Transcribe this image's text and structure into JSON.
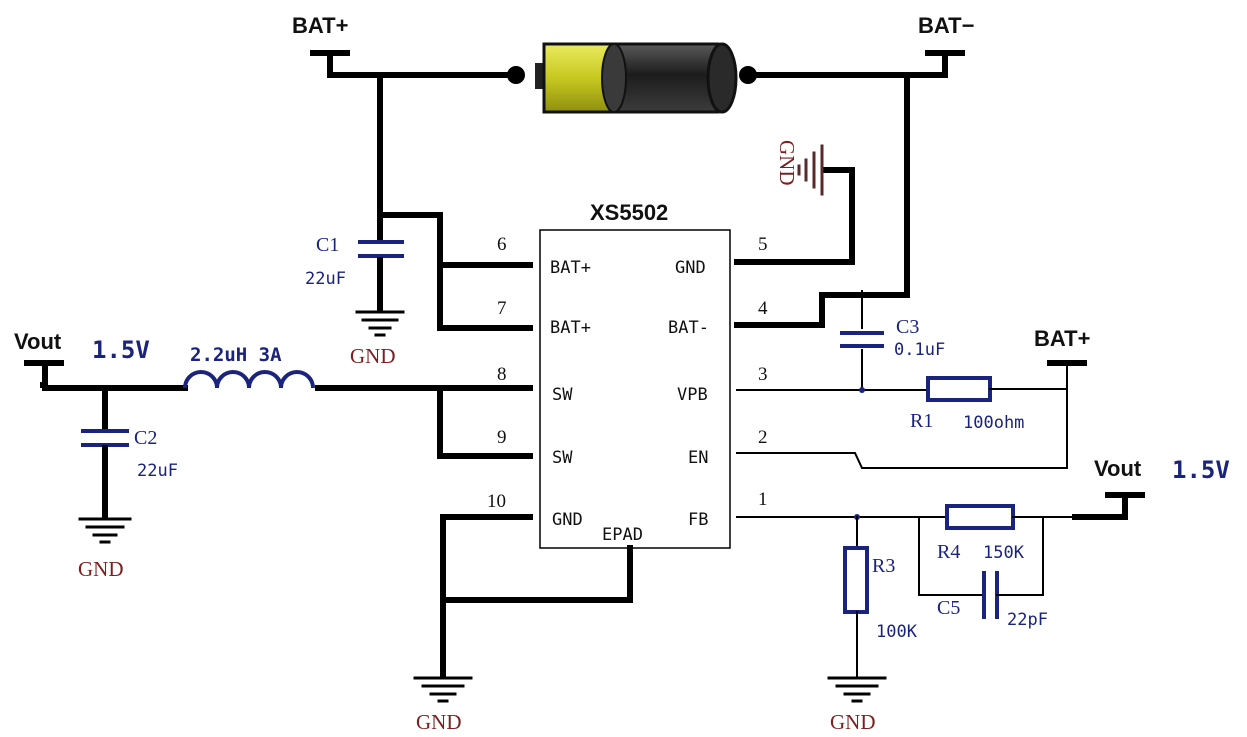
{
  "chip": {
    "name": "XS5502",
    "left_pins": [
      {
        "num": "6",
        "label": "BAT+"
      },
      {
        "num": "7",
        "label": "BAT+"
      },
      {
        "num": "8",
        "label": "SW"
      },
      {
        "num": "9",
        "label": "SW"
      },
      {
        "num": "10",
        "label": "GND"
      }
    ],
    "right_pins": [
      {
        "num": "5",
        "label": "GND"
      },
      {
        "num": "4",
        "label": "BAT-"
      },
      {
        "num": "3",
        "label": "VPB"
      },
      {
        "num": "2",
        "label": "EN"
      },
      {
        "num": "1",
        "label": "FB"
      }
    ],
    "epad": "EPAD"
  },
  "nets": {
    "bat_plus_top": "BAT+",
    "bat_minus_top": "BAT−",
    "bat_plus_right": "BAT+",
    "vout_left": "Vout",
    "vout_left_value": "1.5V",
    "vout_right": "Vout",
    "vout_right_value": "1.5V",
    "gnd": "GND"
  },
  "components": {
    "c1": {
      "ref": "C1",
      "value": "22uF"
    },
    "c2": {
      "ref": "C2",
      "value": "22uF"
    },
    "c3": {
      "ref": "C3",
      "value": "0.1uF"
    },
    "c5": {
      "ref": "C5",
      "value": "22pF"
    },
    "r1": {
      "ref": "R1",
      "value": "100ohm"
    },
    "r3": {
      "ref": "R3",
      "value": "100K"
    },
    "r4": {
      "ref": "R4",
      "value": "150K"
    },
    "inductor": {
      "value": "2.2uH 3A"
    }
  },
  "colors": {
    "wire": "#000000",
    "component_label": "#1a237e",
    "gnd_label": "#7b1f1f",
    "battery_cap": "#d4d430",
    "battery_body": "#2b2b2b"
  }
}
